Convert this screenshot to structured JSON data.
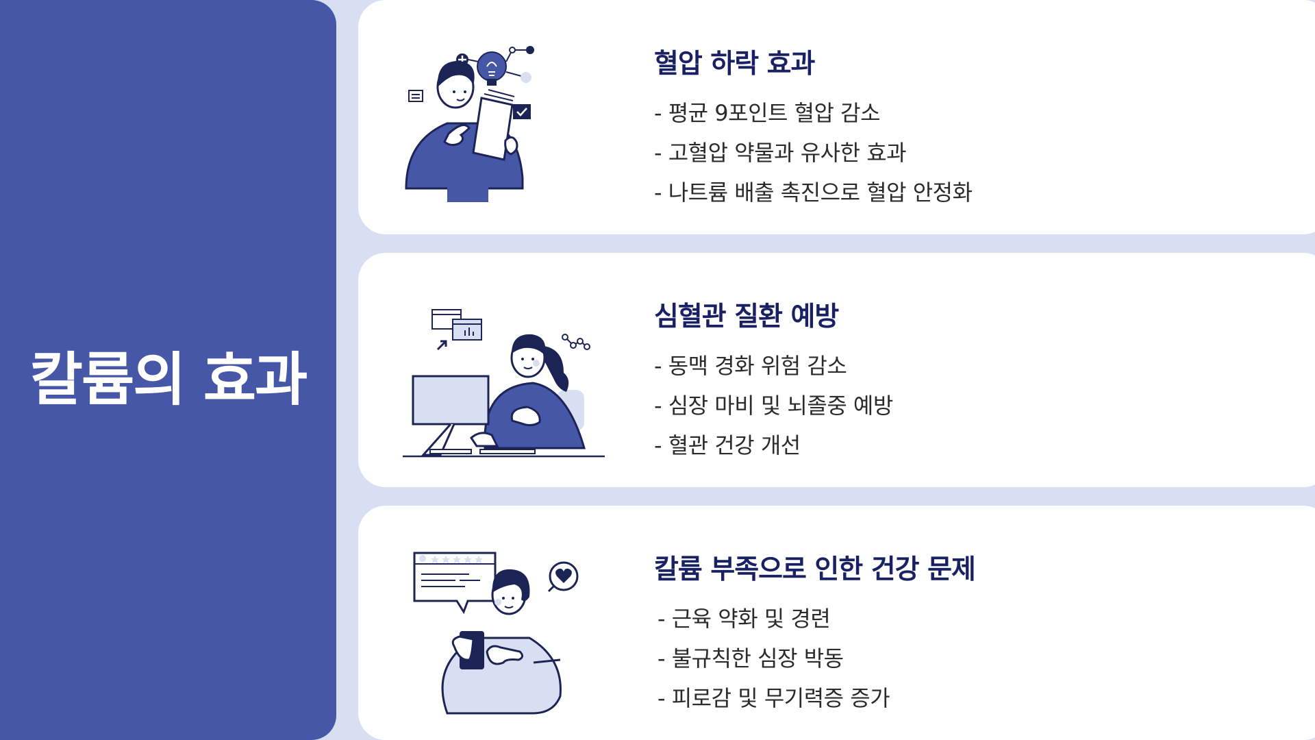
{
  "sidebar": {
    "title": "칼륨의 효과"
  },
  "cards": [
    {
      "title": "혈압 하락 효과",
      "items": [
        "- 평균 9포인트 혈압 감소",
        "- 고혈압 약물과 유사한 효과",
        "- 나트륨 배출 촉진으로 혈압 안정화"
      ],
      "illustration": "person-reading-document-icon"
    },
    {
      "title": "심혈관 질환 예방",
      "items": [
        "- 동맥 경화 위험 감소",
        "- 심장 마비 및 뇌졸중 예방",
        "- 혈관 건강 개선"
      ],
      "illustration": "person-at-computer-icon"
    },
    {
      "title": "칼륨 부족으로 인한 건강 문제",
      "items": [
        "- 근육 약화 및 경련",
        "- 불규칙한 심장 박동",
        "- 피로감 및 무기력증 증가"
      ],
      "illustration": "person-with-phone-review-icon"
    }
  ],
  "colors": {
    "background": "#d9dff2",
    "accent": "#4757a8",
    "title": "#1a2163",
    "navy": "#1c2455"
  }
}
